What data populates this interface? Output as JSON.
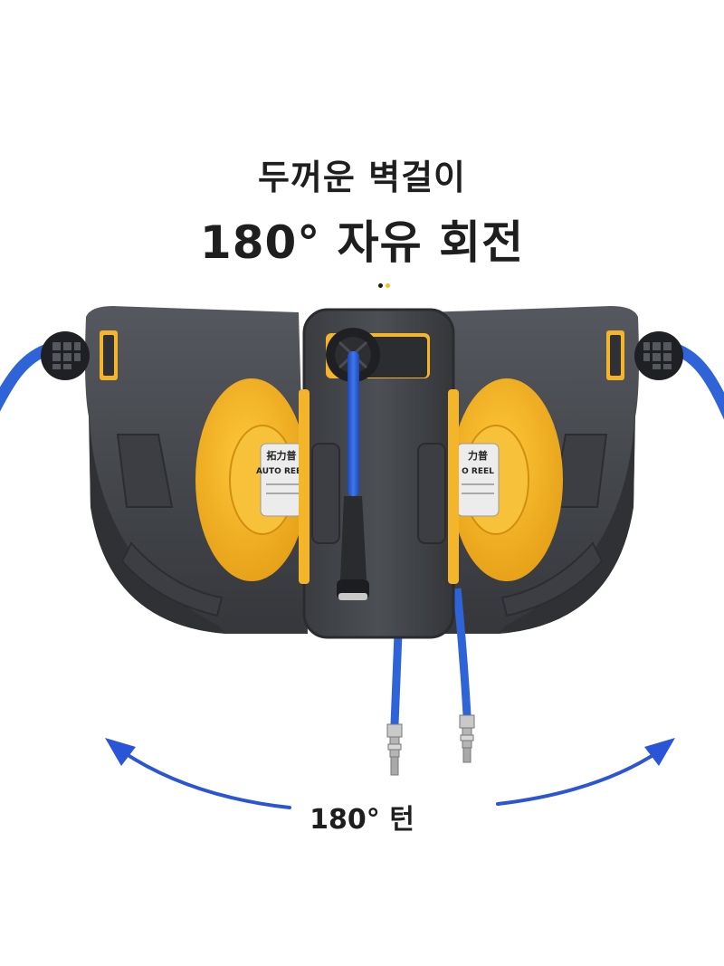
{
  "headline": {
    "line1": "두꺼운 벽걸이",
    "line2": "180° 자유 회전"
  },
  "rotation_caption": "180° 턴",
  "reel_label": {
    "left_brand": "拓力普",
    "left_model": "AUTO REEL",
    "right_brand": "力普",
    "right_model": "O REEL"
  },
  "colors": {
    "housing": "#45484d",
    "housing_dark": "#2d2f33",
    "drum": "#f4b52a",
    "hose": "#2f63d8",
    "arrow": "#2a55d6"
  },
  "icons": {
    "arrow_left": "curved-arrow-left-icon",
    "arrow_right": "curved-arrow-right-icon"
  }
}
